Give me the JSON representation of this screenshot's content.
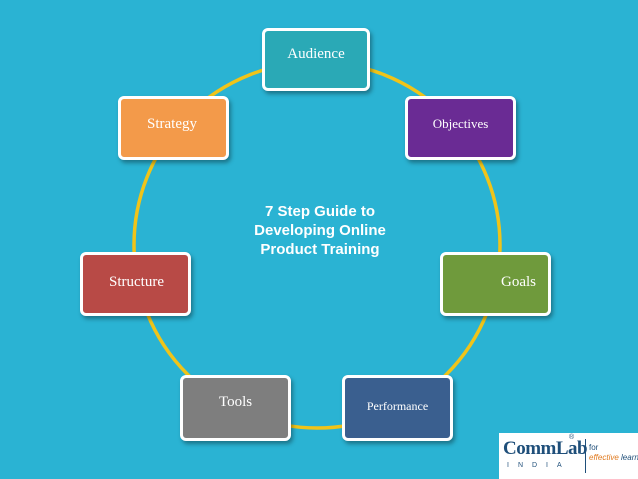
{
  "diagram": {
    "center_title_lines": [
      "7 Step Guide to",
      "Developing Online",
      "Product Training"
    ],
    "steps": [
      {
        "label": "Audience"
      },
      {
        "label": "Objectives"
      },
      {
        "label": "Goals"
      },
      {
        "label": "Performance"
      },
      {
        "label": "Tools"
      },
      {
        "label": "Structure"
      },
      {
        "label": "Strategy"
      }
    ],
    "ring_color": "#f0c419",
    "background_color": "#2ab3d3"
  },
  "logo": {
    "word": "CommLab",
    "registered": "®",
    "sub": "INDIA",
    "tag_line1": "for",
    "tag_line2_a": "effective",
    "tag_line2_b": " learning"
  }
}
